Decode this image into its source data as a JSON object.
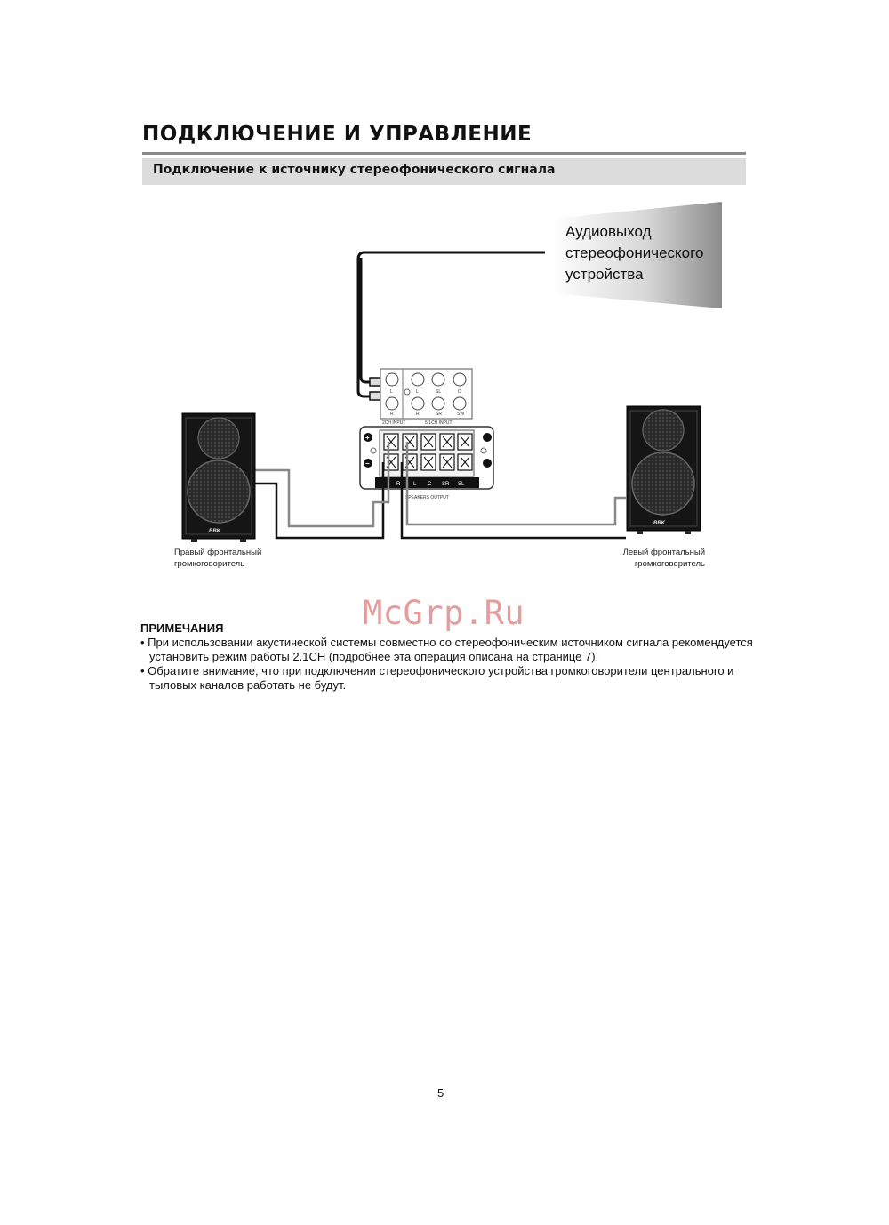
{
  "header": {
    "title": "ПОДКЛЮЧЕНИЕ И УПРАВЛЕНИЕ",
    "section": "Подключение к источнику стереофонического сигнала"
  },
  "diagram": {
    "source_label": [
      "Аудиовыход",
      "стереофонического",
      "устройства"
    ],
    "input_panel": {
      "labels_2ch": [
        "L",
        "R"
      ],
      "labels_51_top": [
        "L",
        "SL",
        "C"
      ],
      "labels_51_bottom": [
        "R",
        "SR",
        "SW"
      ],
      "caption_2ch": "2CH INPUT",
      "caption_51": "5.1CH INPUT"
    },
    "output_panel": {
      "channels": [
        "R",
        "L",
        "C",
        "SR",
        "SL"
      ],
      "caption": "SPEAKERS OUTPUT",
      "plus": "+",
      "minus": "−"
    },
    "speaker_logo": "BBK",
    "right_speaker_caption": [
      "Правый фронтальный",
      "громкоговоритель"
    ],
    "left_speaker_caption": [
      "Левый фронтальный",
      "громкоговоритель"
    ]
  },
  "watermark": "McGrp.Ru",
  "notes": {
    "title": "ПРИМЕЧАНИЯ",
    "items": [
      "• При использовании акустической системы совместно со стереофоническим источником сигнала рекомендуется установить режим работы 2.1CH (подробнее эта операция описана на странице 7).",
      "• Обратите внимание, что при подключении стереофонического устройства громкоговорители центрального и тыловых каналов работать не будут."
    ]
  },
  "page_number": "5"
}
